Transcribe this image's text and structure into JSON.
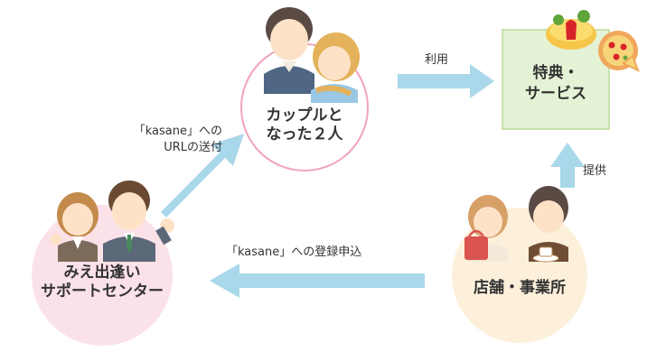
{
  "nodes": {
    "couple": {
      "line1": "カップルと",
      "line2": "なった２人"
    },
    "benefits": {
      "line1": "特典・",
      "line2": "サービス"
    },
    "support": {
      "line1": "みえ出逢い",
      "line2": "サポートセンター"
    },
    "shops": {
      "line1": "店舗・事業所"
    }
  },
  "edges": {
    "url_send": {
      "line1": "「kasane」への",
      "line2": "URLの送付"
    },
    "use": {
      "label": "利用"
    },
    "provide": {
      "label": "提供"
    },
    "register": {
      "label": "「kasane」への登録申込"
    }
  },
  "colors": {
    "arrow": "#a9d8ea",
    "couple_ring": "#f1a3bc",
    "support_fill": "#fbe1e8",
    "shops_fill": "#fdf0db",
    "benefits_fill": "#e4f3d5",
    "benefits_border": "#b9dc9a"
  }
}
